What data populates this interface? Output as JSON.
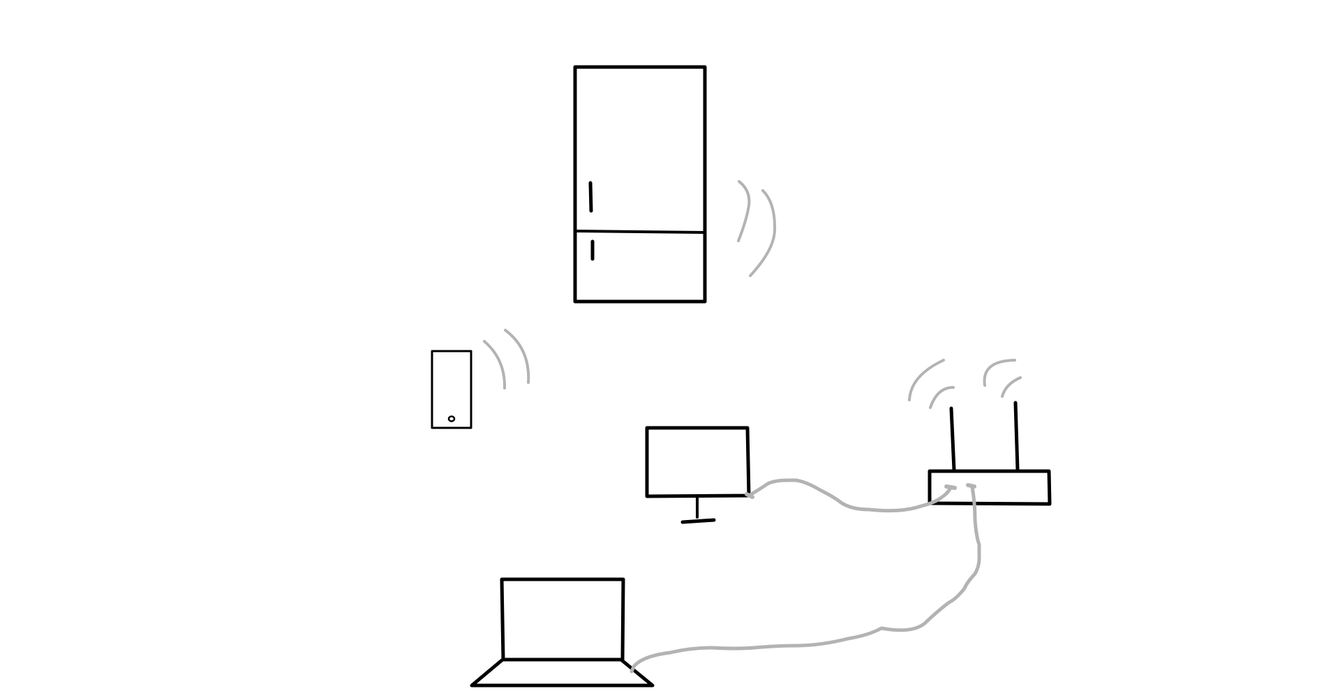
{
  "diagram": {
    "description_visible_text": "",
    "style": {
      "background": "#ffffff",
      "device_stroke": "#000000",
      "connection_stroke": "#b3b3b3",
      "signal_stroke": "#b3b3b3"
    },
    "devices": [
      {
        "id": "refrigerator",
        "icon": "refrigerator-icon",
        "connection": "wireless"
      },
      {
        "id": "phone",
        "icon": "smartphone-icon",
        "connection": "wireless"
      },
      {
        "id": "desktop-monitor",
        "icon": "monitor-icon",
        "connection": "wired"
      },
      {
        "id": "laptop",
        "icon": "laptop-icon",
        "connection": "wired"
      },
      {
        "id": "router",
        "icon": "router-icon",
        "connection": "hub"
      }
    ],
    "links": [
      {
        "from": "desktop-monitor",
        "to": "router",
        "type": "cable"
      },
      {
        "from": "laptop",
        "to": "router",
        "type": "cable"
      }
    ]
  }
}
